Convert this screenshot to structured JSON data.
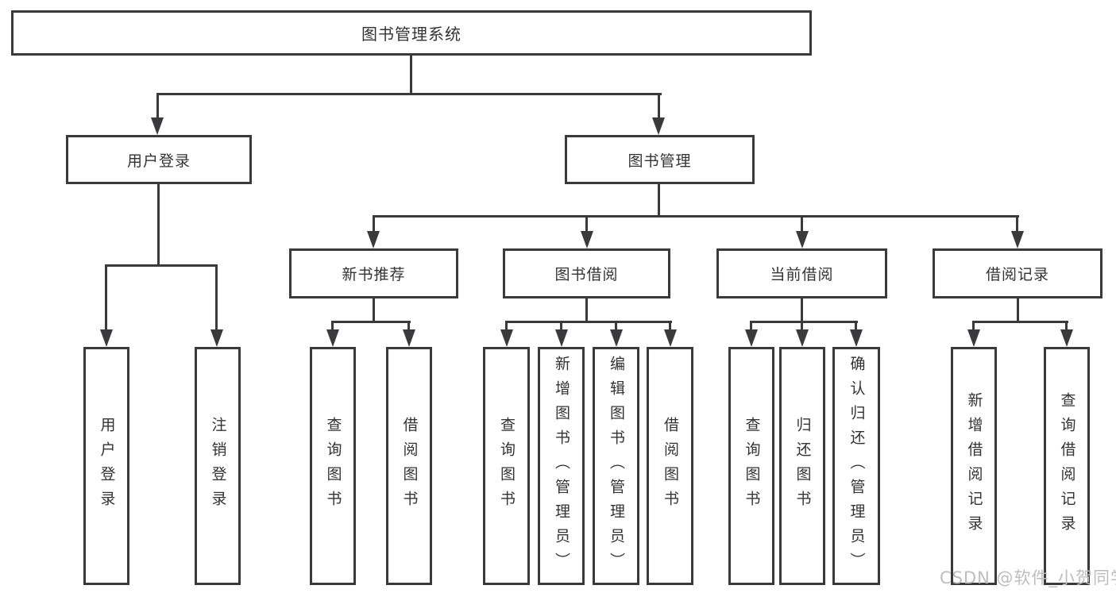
{
  "diagram": {
    "nodes": {
      "root": {
        "label": "图书管理系统"
      },
      "user_login": {
        "label": "用户登录"
      },
      "book_management": {
        "label": "图书管理"
      },
      "new_book_recommend": {
        "label": "新书推荐"
      },
      "book_borrow": {
        "label": "图书借阅"
      },
      "current_borrow": {
        "label": "当前借阅"
      },
      "borrow_records": {
        "label": "借阅记录"
      },
      "leaf_user_login": {
        "label": "用户登录"
      },
      "leaf_logout": {
        "label": "注销登录"
      },
      "leaf_nbr_query": {
        "label": "查询图书"
      },
      "leaf_nbr_borrow": {
        "label": "借阅图书"
      },
      "leaf_bb_query": {
        "label": "查询图书"
      },
      "leaf_bb_add": {
        "label": "新增图书（管理员）"
      },
      "leaf_bb_edit": {
        "label": "编辑图书（管理员）"
      },
      "leaf_bb_borrow": {
        "label": "借阅图书"
      },
      "leaf_cb_query": {
        "label": "查询图书"
      },
      "leaf_cb_return": {
        "label": "归还图书"
      },
      "leaf_cb_confirm": {
        "label": "确认归还（管理员）"
      },
      "leaf_br_add": {
        "label": "新增借阅记录"
      },
      "leaf_br_query": {
        "label": "查询借阅记录"
      }
    },
    "watermark": "CSDN @软件_小贺同学",
    "colors": {
      "line": "#3a3a3c",
      "text": "#333333",
      "watermark": "#bdbdbd",
      "background": "#ffffff"
    }
  }
}
